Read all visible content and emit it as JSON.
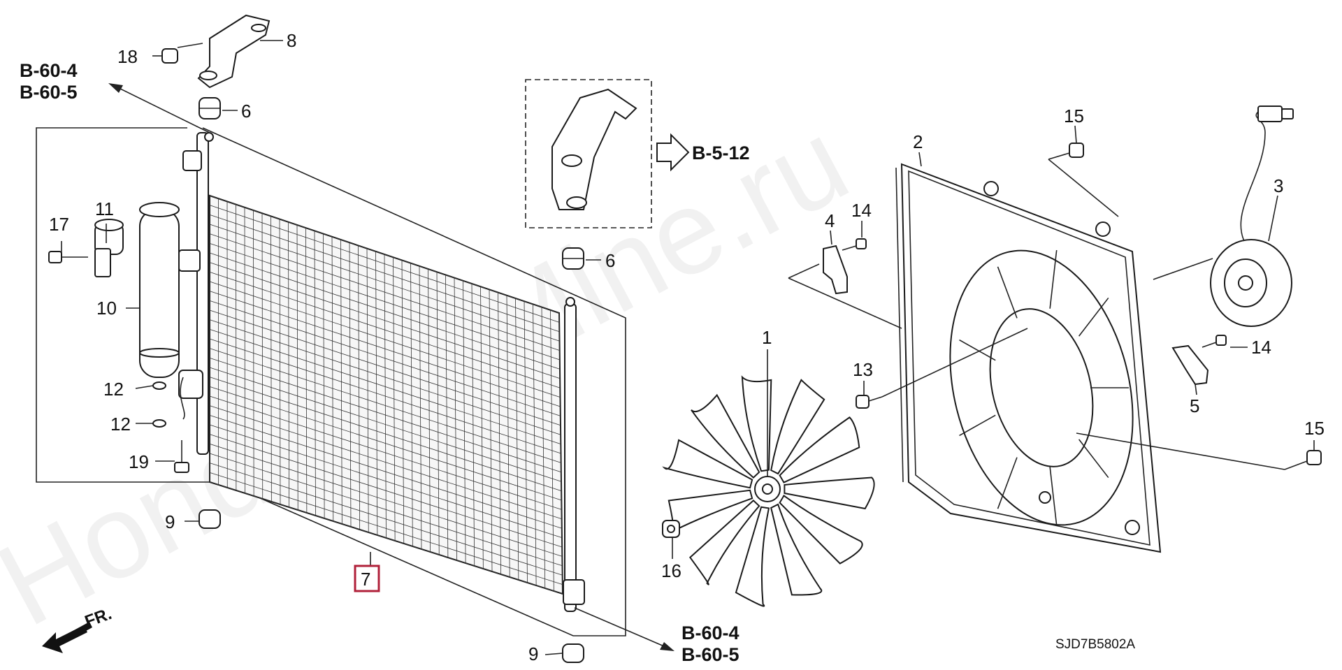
{
  "watermark": "HondaCarMine.ru",
  "drawing_code": "SJD7B5802A",
  "front_arrow_label": "FR.",
  "references": {
    "top_left": [
      "B-60-4",
      "B-60-5"
    ],
    "bracket": "B-5-12",
    "bottom_right": [
      "B-60-4",
      "B-60-5"
    ]
  },
  "callouts": {
    "p1": "1",
    "p2": "2",
    "p3": "3",
    "p4": "4",
    "p5": "5",
    "p6a": "6",
    "p6b": "6",
    "p7": "7",
    "p8": "8",
    "p9a": "9",
    "p9b": "9",
    "p10": "10",
    "p11": "11",
    "p12a": "12",
    "p12b": "12",
    "p13": "13",
    "p14a": "14",
    "p14b": "14",
    "p15a": "15",
    "p15b": "15",
    "p16": "16",
    "p17": "17",
    "p18": "18",
    "p19": "19"
  },
  "colors": {
    "highlight": "#b0203a",
    "line": "#1a1a1a"
  }
}
